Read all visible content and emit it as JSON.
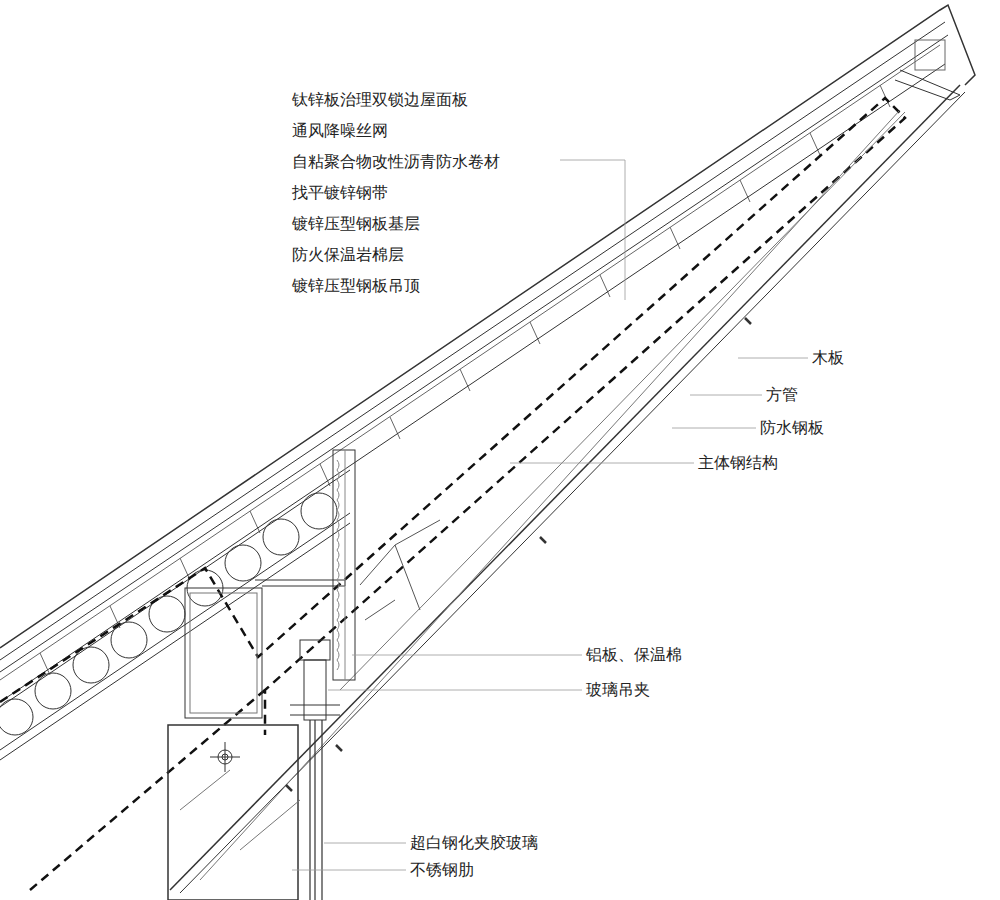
{
  "diagram": {
    "labels": [
      "钛锌板治理双锁边屋面板",
      "通风降噪丝网",
      "自粘聚合物改性沥青防水卷材",
      "找平镀锌钢带",
      "镀锌压型钢板基层",
      "防火保温岩棉层",
      "镀锌压型钢板吊顶",
      "木板",
      "方管",
      "防水钢板",
      "主体钢结构",
      "铝板、保温棉",
      "玻璃吊夹",
      "超白钢化夹胶玻璃",
      "不锈钢肋"
    ]
  }
}
